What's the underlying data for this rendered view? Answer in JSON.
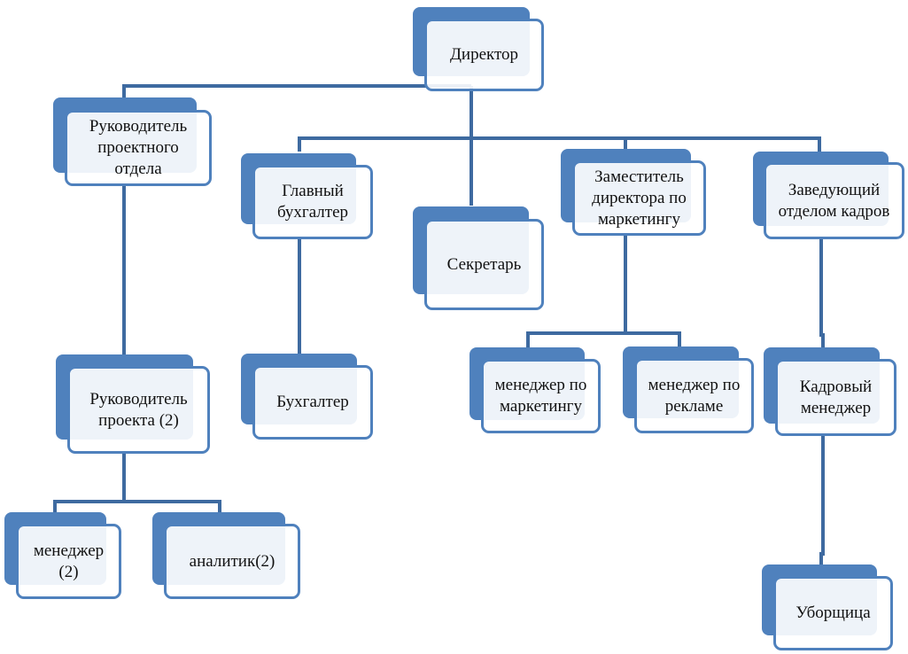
{
  "diagram": {
    "type": "org-chart",
    "colors": {
      "box": "#4f81bd",
      "line": "#3e6aa0",
      "text": "#111111"
    },
    "nodes": [
      {
        "id": "director",
        "label": "Директор"
      },
      {
        "id": "project_dept_head",
        "label": "Руководитель проектного отдела",
        "parent": "director"
      },
      {
        "id": "chief_accountant",
        "label": "Главный бухгалтер",
        "parent": "director"
      },
      {
        "id": "secretary",
        "label": "Секретарь",
        "parent": "director"
      },
      {
        "id": "deputy_marketing",
        "label": "Заместитель директора по маркетингу",
        "parent": "director"
      },
      {
        "id": "hr_head",
        "label": "Заведующий отделом кадров",
        "parent": "director"
      },
      {
        "id": "project_manager",
        "label": "Руководитель проекта (2)",
        "parent": "project_dept_head"
      },
      {
        "id": "manager",
        "label": "менеджер (2)",
        "parent": "project_manager"
      },
      {
        "id": "analyst",
        "label": "аналитик(2)",
        "parent": "project_manager"
      },
      {
        "id": "accountant",
        "label": "Бухгалтер",
        "parent": "chief_accountant"
      },
      {
        "id": "marketing_manager",
        "label": "менеджер по маркетингу",
        "parent": "deputy_marketing"
      },
      {
        "id": "ad_manager",
        "label": "менеджер по рекламе",
        "parent": "deputy_marketing"
      },
      {
        "id": "hr_manager",
        "label": "Кадровый менеджер",
        "parent": "hr_head"
      },
      {
        "id": "cleaner",
        "label": "Уборщица",
        "parent": "hr_manager"
      }
    ]
  }
}
